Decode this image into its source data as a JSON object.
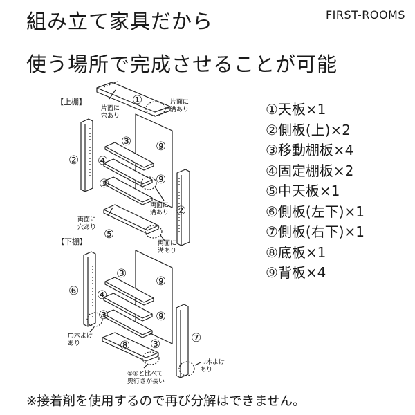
{
  "heading": {
    "line1": "組み立て家具だから",
    "line2": "使う場所で完成させることが可能"
  },
  "brand": "FIRST-ROOMS",
  "diagram": {
    "upper_label": "【上棚】",
    "lower_label": "【下棚】",
    "callouts": {
      "one_side_hole": [
        "片面に",
        "穴あり"
      ],
      "one_side_groove": [
        "片面に",
        "溝あり"
      ],
      "both_sides_hole": [
        "両面に",
        "穴あり"
      ],
      "both_sides_groove": [
        "両面に",
        "溝あり"
      ],
      "baseboard_left": [
        "巾木よけ",
        "あり"
      ],
      "baseboard_right": [
        "巾木よけ",
        "あり"
      ],
      "deeper_note": [
        "①⑤と比べて",
        "奥行きが長い"
      ]
    },
    "numbers": {
      "n1": "①",
      "n2": "②",
      "n3": "③",
      "n4": "④",
      "n5": "⑤",
      "n6": "⑥",
      "n7": "⑦",
      "n8": "⑧",
      "n9": "⑨"
    }
  },
  "parts": [
    "①天板×1",
    "②側板(上)×2",
    "③移動棚板×4",
    "④固定棚板×2",
    "⑤中天板×1",
    "⑥側板(左下)×1",
    "⑦側板(右下)×1",
    "⑧底板×1",
    "⑨背板×4"
  ],
  "note": "※接着剤を使用するので再び分解はできません。"
}
